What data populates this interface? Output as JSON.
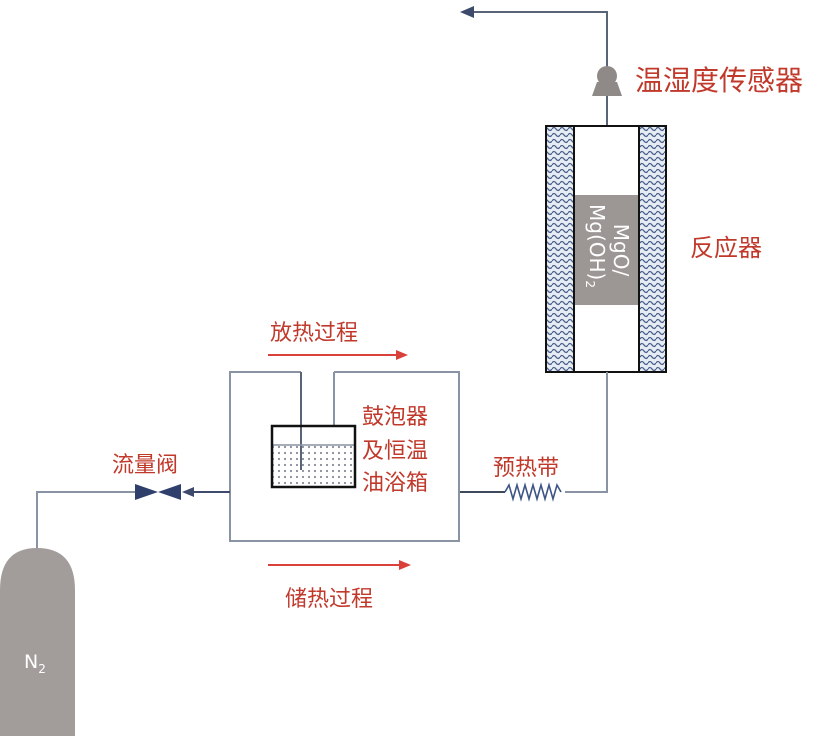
{
  "labels": {
    "sensor": "温湿度传感器",
    "reactor": "反应器",
    "material_line1": "MgO/",
    "material_line2": "Mg(OH)",
    "material_sub": "2",
    "bubbler_line1": "鼓泡器",
    "bubbler_line2": "及恒温",
    "bubbler_line3": "油浴箱",
    "preheat": "预热带",
    "valve": "流量阀",
    "exothermic": "放热过程",
    "storage": "储热过程",
    "gas": "N",
    "gas_sub": "2"
  },
  "colors": {
    "label": "#c0392b",
    "pipe": "#5a6478",
    "arrow": "#d9403a",
    "tank": "#a29d9b",
    "material": "#9c9694"
  }
}
